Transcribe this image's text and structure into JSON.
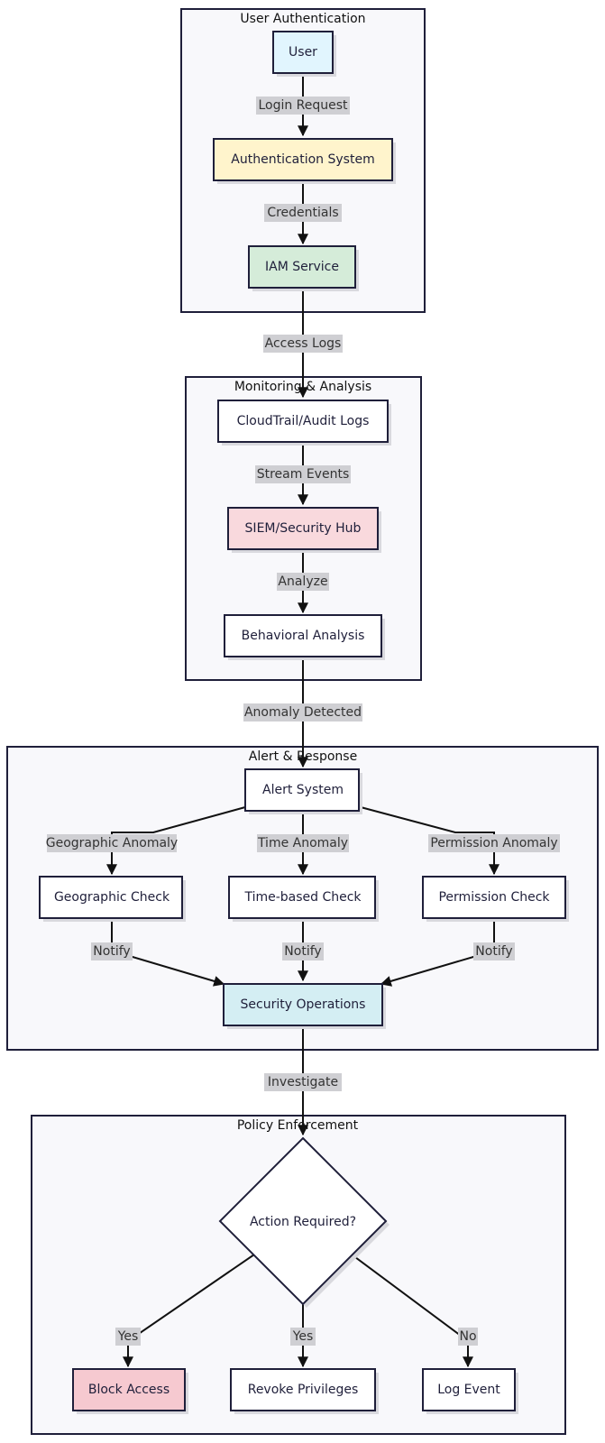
{
  "clusters": {
    "auth": "User Authentication",
    "monitor": "Monitoring & Analysis",
    "alert": "Alert & Response",
    "policy": "Policy Enforcement"
  },
  "nodes": {
    "user": "User",
    "auth_system": "Authentication System",
    "iam": "IAM Service",
    "cloudtrail": "CloudTrail/Audit Logs",
    "siem": "SIEM/Security Hub",
    "behavioral": "Behavioral Analysis",
    "alert_system": "Alert System",
    "geo_check": "Geographic Check",
    "time_check": "Time-based Check",
    "perm_check": "Permission Check",
    "secops": "Security Operations",
    "action_required": "Action Required?",
    "block": "Block Access",
    "revoke": "Revoke Privileges",
    "log_event": "Log Event"
  },
  "edges": {
    "login_request": "Login Request",
    "credentials": "Credentials",
    "access_logs": "Access Logs",
    "stream_events": "Stream Events",
    "analyze": "Analyze",
    "anomaly_detected": "Anomaly Detected",
    "geo_anomaly": "Geographic Anomaly",
    "time_anomaly": "Time Anomaly",
    "perm_anomaly": "Permission Anomaly",
    "notify_geo": "Notify",
    "notify_time": "Notify",
    "notify_perm": "Notify",
    "investigate": "Investigate",
    "yes_block": "Yes",
    "yes_revoke": "Yes",
    "no_log": "No"
  },
  "colors": {
    "user": "#e1f5fe",
    "auth_system": "#fff4cc",
    "iam": "#d5ecd9",
    "siem": "#f9d9dd",
    "secops": "#d4eef3",
    "block": "#f6c9d0",
    "default": "#ffffff",
    "cluster_fill": "#f8f8fb"
  }
}
